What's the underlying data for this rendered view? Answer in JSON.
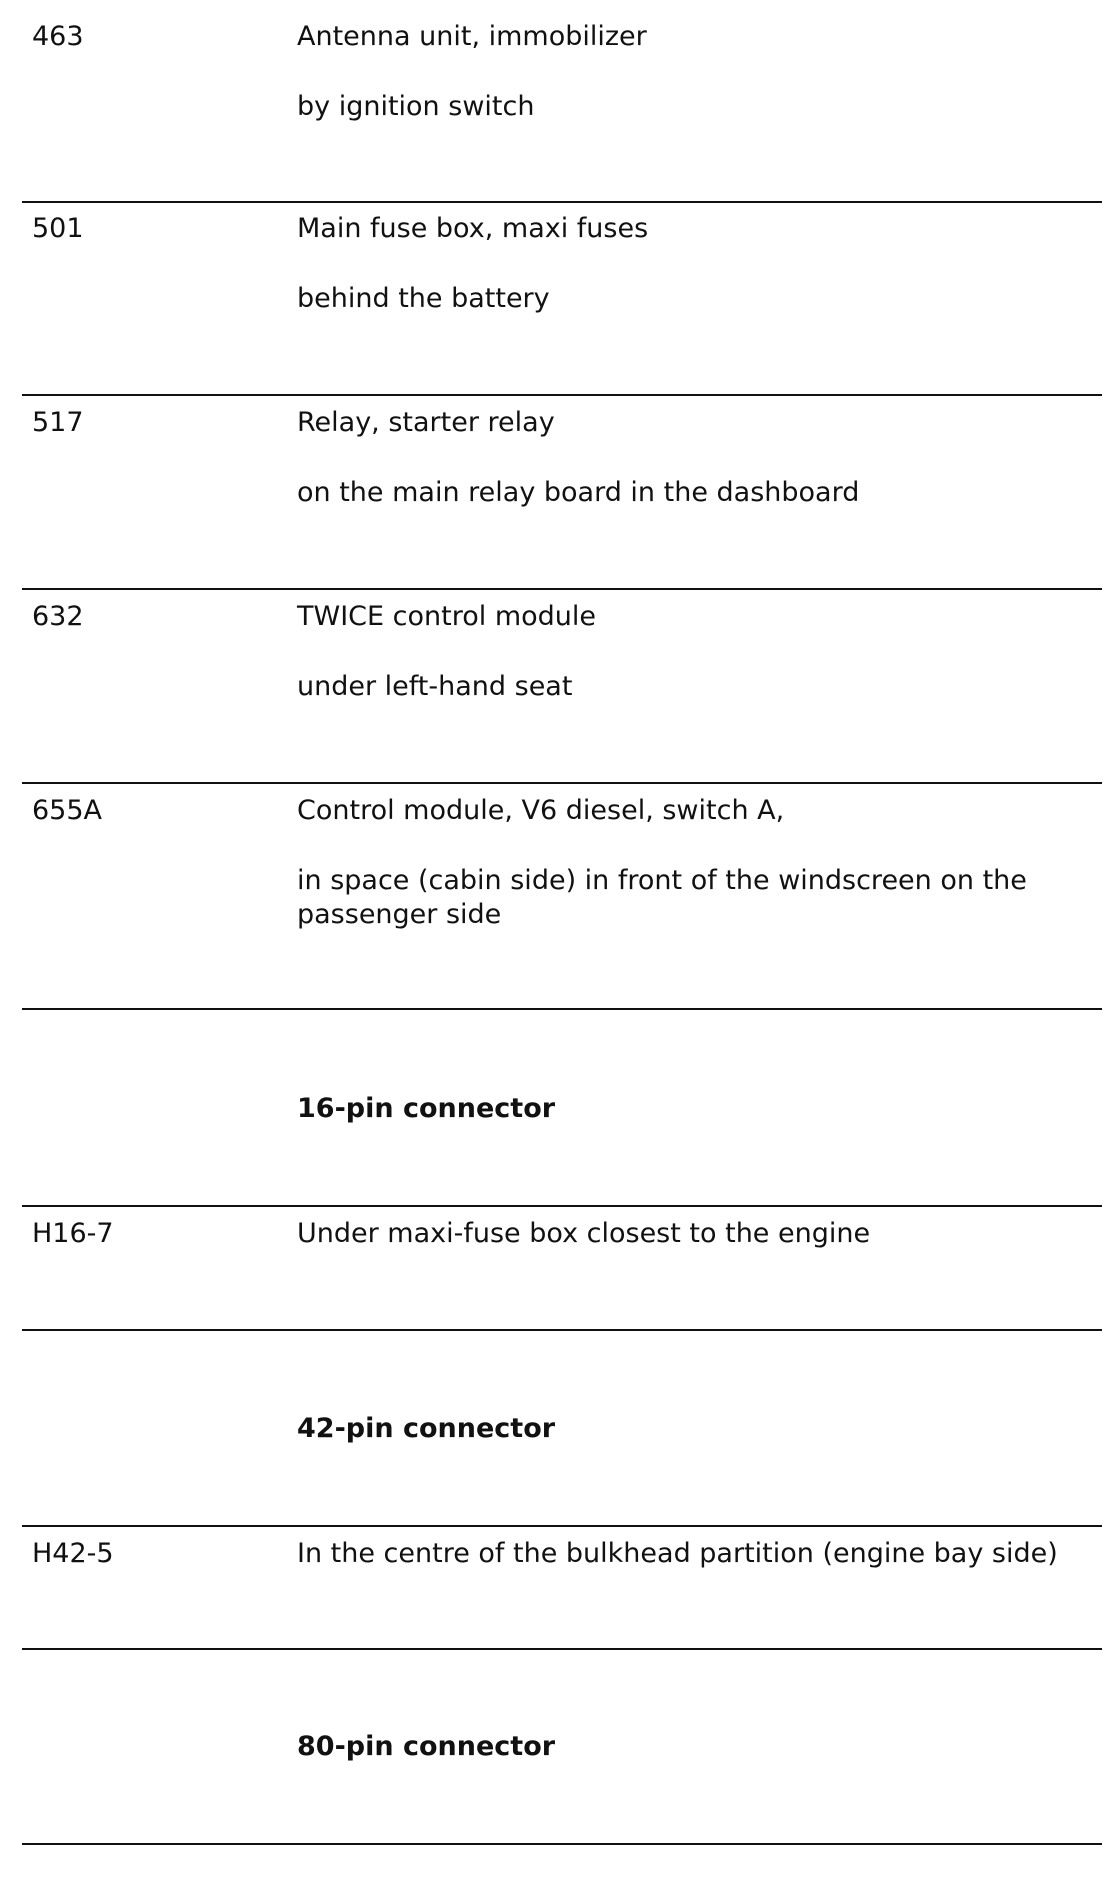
{
  "entries": [
    {
      "code": "463",
      "title": "Antenna unit, immobilizer",
      "location": "by ignition switch"
    },
    {
      "code": "501",
      "title": "Main fuse box, maxi fuses",
      "location": "behind the battery"
    },
    {
      "code": "517",
      "title": "Relay, starter relay",
      "location": "on the main relay board in the dashboard"
    },
    {
      "code": "632",
      "title": "TWICE control module",
      "location": "under left-hand seat"
    },
    {
      "code": "655A",
      "title": "Control module, V6 diesel, switch A,",
      "location": "in space (cabin side) in front of the windscreen on the passenger side"
    }
  ],
  "sections": [
    {
      "heading": "16-pin connector",
      "code": "H16-7",
      "location": "Under maxi-fuse box closest to the engine"
    },
    {
      "heading": "42-pin connector",
      "code": "H42-5",
      "location": "In the centre of the bulkhead partition (engine bay side)"
    },
    {
      "heading": "80-pin connector"
    }
  ]
}
